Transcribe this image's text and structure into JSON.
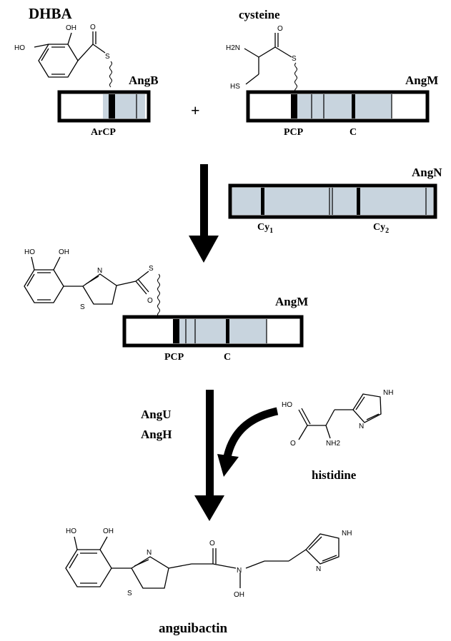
{
  "labels": {
    "dhba": "DHBA",
    "cysteine": "cysteine",
    "angB": "AngB",
    "angM_top": "AngM",
    "angN": "AngN",
    "angM_mid": "AngM",
    "angU": "AngU",
    "angH": "AngH",
    "histidine": "histidine",
    "anguibactin": "anguibactin",
    "plus": "+"
  },
  "domains": {
    "arcp": "ArCP",
    "pcp_top": "PCP",
    "c_top": "C",
    "cy1": "Cy",
    "cy1_sub": "1",
    "cy2": "Cy",
    "cy2_sub": "2",
    "pcp_mid": "PCP",
    "c_mid": "C"
  },
  "atoms": {
    "oh": "OH",
    "ho": "HO",
    "s": "S",
    "o": "O",
    "h2n": "H2N",
    "hs": "HS",
    "n": "N",
    "nh": "NH",
    "nh2": "NH2"
  },
  "colors": {
    "domain_fill": "#c8d4de",
    "ink": "#000000"
  }
}
